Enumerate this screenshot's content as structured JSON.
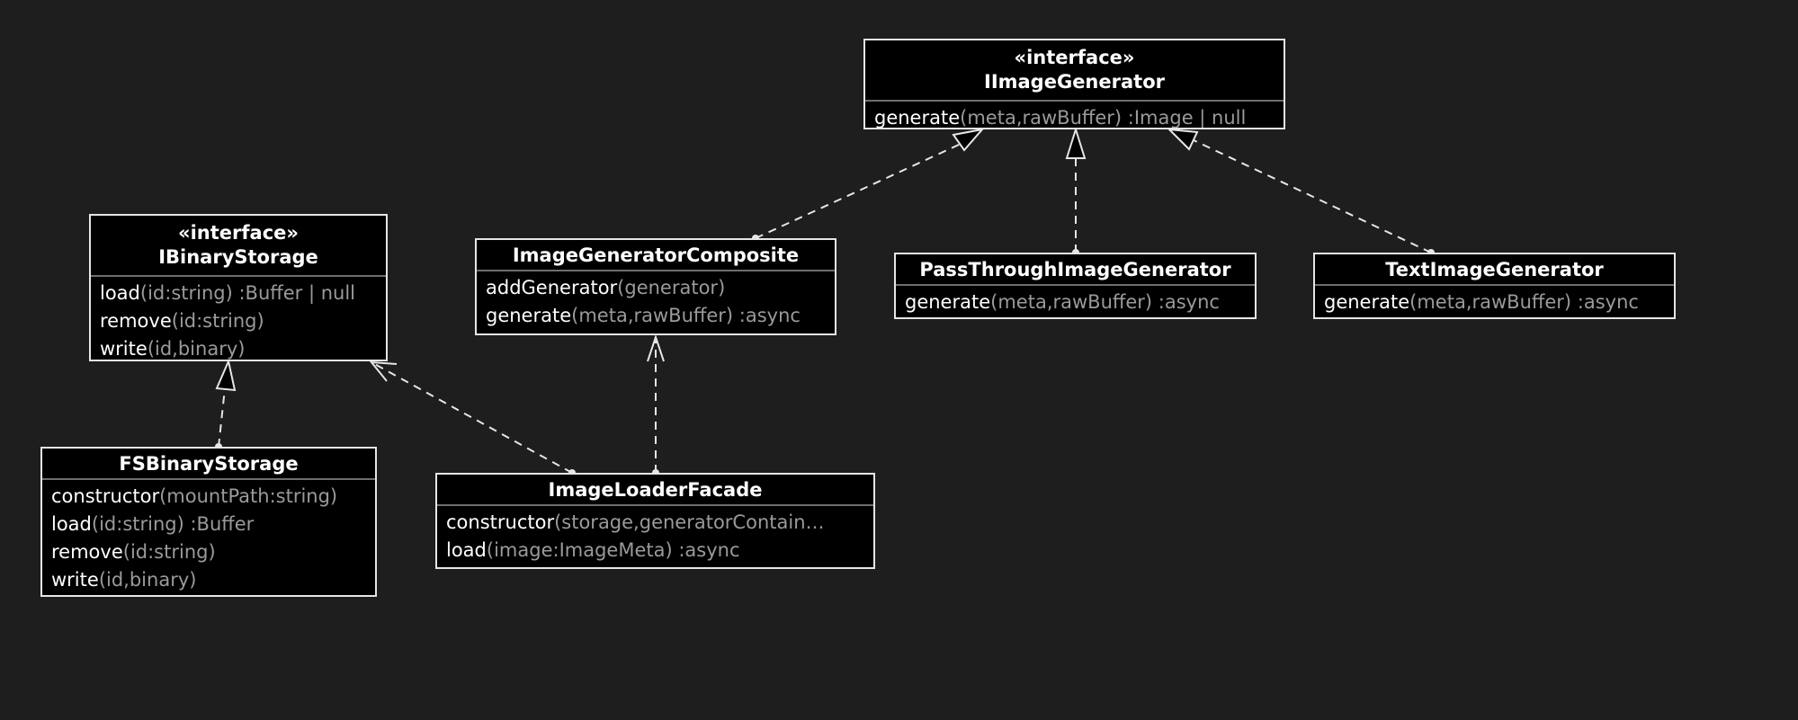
{
  "diagram": {
    "classes": {
      "iimagegenerator": {
        "stereotype": "«interface»",
        "name": "IImageGenerator",
        "members": [
          {
            "name": "generate",
            "sig": "(meta,rawBuffer) :Image | null"
          }
        ]
      },
      "ibinarystorage": {
        "stereotype": "«interface»",
        "name": "IBinaryStorage",
        "members": [
          {
            "name": "load",
            "sig": "(id:string) :Buffer | null"
          },
          {
            "name": "remove",
            "sig": "(id:string)"
          },
          {
            "name": "write",
            "sig": "(id,binary)"
          }
        ]
      },
      "imagegeneratorcomposite": {
        "name": "ImageGeneratorComposite",
        "members": [
          {
            "name": "addGenerator",
            "sig": "(generator)"
          },
          {
            "name": "generate",
            "sig": "(meta,rawBuffer) :async"
          }
        ]
      },
      "passthroughimagegenerator": {
        "name": "PassThroughImageGenerator",
        "members": [
          {
            "name": "generate",
            "sig": "(meta,rawBuffer) :async"
          }
        ]
      },
      "textimagegenerator": {
        "name": "TextImageGenerator",
        "members": [
          {
            "name": "generate",
            "sig": "(meta,rawBuffer) :async"
          }
        ]
      },
      "fsbinarystorage": {
        "name": "FSBinaryStorage",
        "members": [
          {
            "name": "constructor",
            "sig": "(mountPath:string)"
          },
          {
            "name": "load",
            "sig": "(id:string) :Buffer"
          },
          {
            "name": "remove",
            "sig": "(id:string)"
          },
          {
            "name": "write",
            "sig": "(id,binary)"
          }
        ]
      },
      "imageloaderfacade": {
        "name": "ImageLoaderFacade",
        "members": [
          {
            "name": "constructor",
            "sig": "(storage,generatorContain…"
          },
          {
            "name": "load",
            "sig": "(image:ImageMeta) :async"
          }
        ]
      }
    },
    "relations": [
      {
        "from": "imagegeneratorcomposite",
        "to": "iimagegenerator",
        "kind": "realization"
      },
      {
        "from": "passthroughimagegenerator",
        "to": "iimagegenerator",
        "kind": "realization"
      },
      {
        "from": "textimagegenerator",
        "to": "iimagegenerator",
        "kind": "realization"
      },
      {
        "from": "fsbinarystorage",
        "to": "ibinarystorage",
        "kind": "realization"
      },
      {
        "from": "imageloaderfacade",
        "to": "ibinarystorage",
        "kind": "dependency"
      },
      {
        "from": "imageloaderfacade",
        "to": "imagegeneratorcomposite",
        "kind": "dependency"
      }
    ],
    "colors": {
      "background": "#1e1e1e",
      "box_fill": "#000000",
      "box_border": "#e6e6e6",
      "member_name": "#ffffff",
      "member_signature": "#9a9a9a",
      "link": "#e6e6e6"
    }
  }
}
